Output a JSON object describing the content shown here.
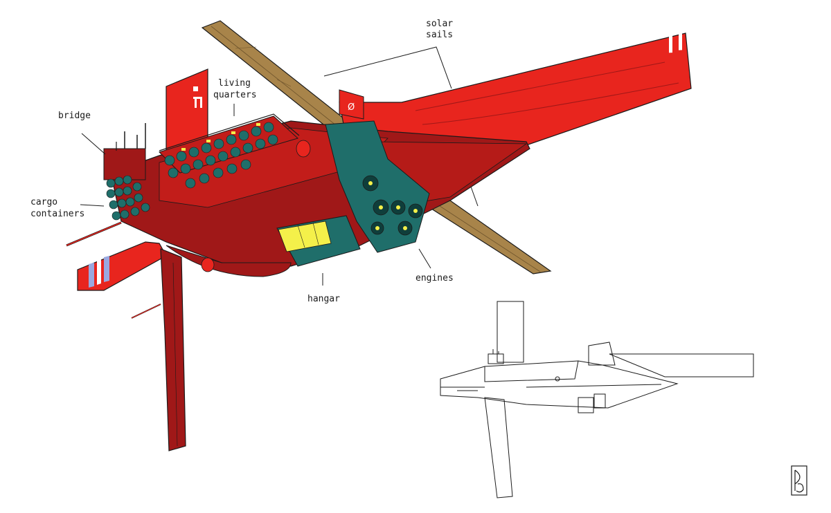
{
  "labels": {
    "solar_sails_1": "solar",
    "solar_sails_2": "sails",
    "living_1": "living",
    "living_2": "quarters",
    "bridge": "bridge",
    "cargo_1": "cargo",
    "cargo_2": "containers",
    "hangar": "hangar",
    "engines": "engines"
  },
  "insignia": {
    "tail_mark": "ꟷ",
    "sail_mark": "Ø"
  },
  "colors": {
    "hull_red": "#e8251e",
    "hull_dark": "#a01818",
    "sail_tan": "#a8844a",
    "engine_teal": "#1f6e6a",
    "window_yellow": "#f4f04a",
    "stripe_blue": "#9aa8e0",
    "line": "#1a1a1a"
  }
}
